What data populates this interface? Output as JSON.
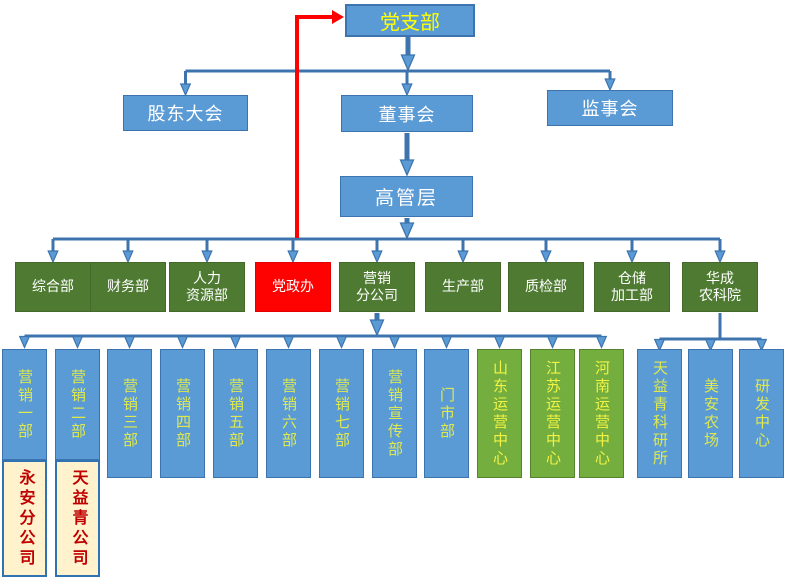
{
  "org": {
    "party_branch": {
      "label": "党支部"
    },
    "governance": [
      {
        "label": "股东大会"
      },
      {
        "label": "董事会"
      },
      {
        "label": "监事会"
      }
    ],
    "executive": {
      "label": "高管层"
    },
    "departments": [
      {
        "label": "综合部",
        "display": "综合部",
        "type": "green"
      },
      {
        "label": "财务部",
        "display": "财务部",
        "type": "green"
      },
      {
        "label": "人力资源部",
        "display": "人力\n资源部",
        "type": "green"
      },
      {
        "label": "党政办",
        "display": "党政办",
        "type": "red"
      },
      {
        "label": "营销分公司",
        "display": "营销\n分公司",
        "type": "green"
      },
      {
        "label": "生产部",
        "display": "生产部",
        "type": "green"
      },
      {
        "label": "质检部",
        "display": "质检部",
        "type": "green"
      },
      {
        "label": "仓储加工部",
        "display": "仓储\n加工部",
        "type": "green"
      },
      {
        "label": "华成农科院",
        "display": "华成\n农科院",
        "type": "green"
      }
    ],
    "units": [
      {
        "label": "营销一部",
        "type": "blue"
      },
      {
        "label": "营销二部",
        "type": "blue"
      },
      {
        "label": "营销三部",
        "type": "blue"
      },
      {
        "label": "营销四部",
        "type": "blue"
      },
      {
        "label": "营销五部",
        "type": "blue"
      },
      {
        "label": "营销六部",
        "type": "blue"
      },
      {
        "label": "营销七部",
        "type": "blue"
      },
      {
        "label": "营销宣传部",
        "type": "blue"
      },
      {
        "label": "门市部",
        "type": "blue"
      },
      {
        "label": "山东运营中心",
        "type": "green"
      },
      {
        "label": "江苏运营中心",
        "type": "green"
      },
      {
        "label": "河南运营中心",
        "type": "green"
      },
      {
        "label": "天益青科研所",
        "type": "blue"
      },
      {
        "label": "美安农场",
        "type": "blue"
      },
      {
        "label": "研发中心",
        "type": "blue"
      }
    ],
    "subsidiaries": [
      {
        "label": "永安分公司"
      },
      {
        "label": "天益青公司"
      }
    ]
  },
  "colors": {
    "box_blue": "#5B9BD5",
    "box_blue_border": "#3E74AE",
    "box_green_dark": "#4E7B31",
    "box_green_light": "#73AE3F",
    "box_red": "#FE0202",
    "cream_fill": "#FFF2CC",
    "cream_border": "#2E74B5",
    "text_white": "#FFFFFF",
    "text_yellow": "#FFFF00",
    "text_yellow_green": "#DFE94E",
    "text_red": "#C00000",
    "line_blue": "#3E74AE",
    "line_red": "#FF0000"
  }
}
